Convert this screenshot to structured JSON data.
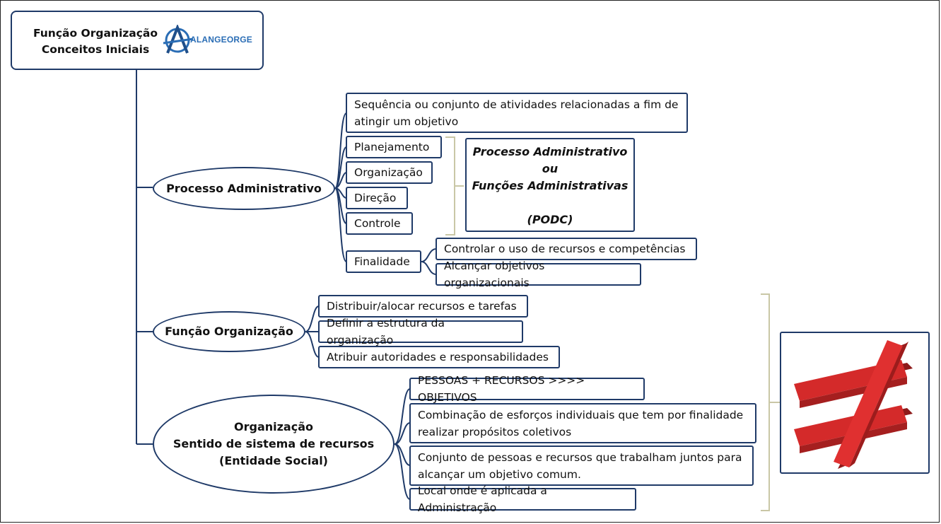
{
  "root": {
    "title_line1": "Função Organização",
    "title_line2": "Conceitos Iniciais",
    "logo_text": "ALANGEORGE"
  },
  "branches": {
    "processo": {
      "label": "Processo Administrativo",
      "definition_line1": "Sequência ou conjunto de atividades relacionadas a fim de",
      "definition_line2": "atingir um objetivo",
      "functions": [
        "Planejamento",
        "Organização",
        "Direção",
        "Controle"
      ],
      "finalidade": "Finalidade",
      "finalidade_items": [
        "Controlar o uso de recursos e competências",
        "Alcançar objetivos organizacionais"
      ],
      "podc_line1": "Processo Administrativo",
      "podc_line2": "ou",
      "podc_line3": "Funções Administrativas",
      "podc_line4": "(PODC)"
    },
    "funcao": {
      "label": "Função Organização",
      "items": [
        "Distribuir/alocar recursos e tarefas",
        "Definir a estrutura da organização",
        "Atribuir autoridades e responsabilidades"
      ]
    },
    "organizacao": {
      "label_line1": "Organização",
      "label_line2": "Sentido de sistema de recursos",
      "label_line3": "(Entidade Social)",
      "item1": "PESSOAS + RECURSOS >>>> OBJETIVOS",
      "item2_line1": "Combinação de esforços individuais que tem por finalidade",
      "item2_line2": "realizar propósitos coletivos",
      "item3_line1": "Conjunto de pessoas e recursos que trabalham juntos para",
      "item3_line2": "alcançar um objetivo comum.",
      "item4": "Local onde é aplicada a Administração"
    }
  },
  "not_equal_symbol": "≠",
  "colors": {
    "line": "#1f3a68",
    "bracket": "#c9c7a6",
    "neq_red": "#d42a2a",
    "logo_blue": "#2a6db5"
  }
}
